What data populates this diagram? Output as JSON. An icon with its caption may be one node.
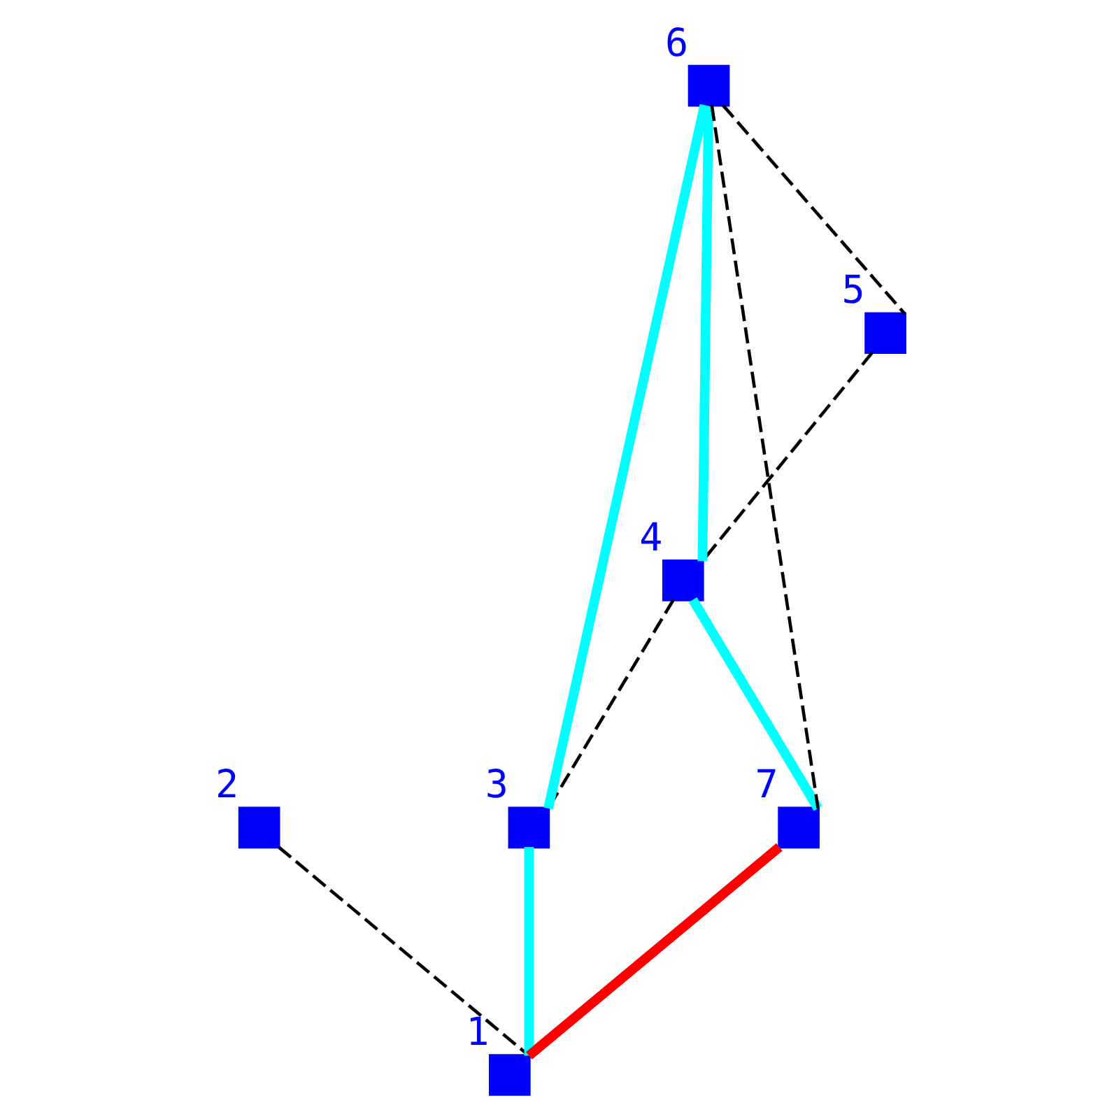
{
  "diagram": {
    "nodes": [
      {
        "text": [],
        "shape": "box",
        "beside": [
          "1"
        ]
      },
      {
        "text": [],
        "shape": "box",
        "beside": [
          "2"
        ]
      },
      {
        "text": [],
        "shape": "box",
        "beside": [
          "3"
        ]
      },
      {
        "text": [],
        "shape": "box",
        "beside": [
          "4"
        ]
      },
      {
        "text": [],
        "shape": "box",
        "beside": [
          "5"
        ]
      },
      {
        "text": [],
        "shape": "box",
        "beside": [
          "6"
        ]
      },
      {
        "text": [],
        "shape": "box",
        "beside": [
          "7"
        ]
      }
    ],
    "edges": [
      {
        "from": 5,
        "to": 2,
        "arrow": "none",
        "style": "thick",
        "color": "#00ffff"
      },
      {
        "from": 5,
        "to": 3,
        "arrow": "none",
        "style": "thick",
        "color": "#00ffff"
      },
      {
        "from": 3,
        "to": 6,
        "arrow": "none",
        "style": "thick",
        "color": "#00ffff"
      },
      {
        "from": 2,
        "to": 0,
        "arrow": "none",
        "style": "thick",
        "color": "#00ffff"
      },
      {
        "from": 6,
        "to": 0,
        "arrow": "none",
        "style": "thick",
        "color": "#ff0000"
      },
      {
        "from": 5,
        "to": 4,
        "arrow": "none",
        "style": "dashed"
      },
      {
        "from": 4,
        "to": 3,
        "arrow": "none",
        "style": "dashed"
      },
      {
        "from": 3,
        "to": 2,
        "arrow": "none",
        "style": "dashed"
      },
      {
        "from": 5,
        "to": 6,
        "arrow": "none",
        "style": "dashed"
      },
      {
        "from": 1,
        "to": 0,
        "arrow": "none",
        "style": "dashed"
      }
    ]
  }
}
